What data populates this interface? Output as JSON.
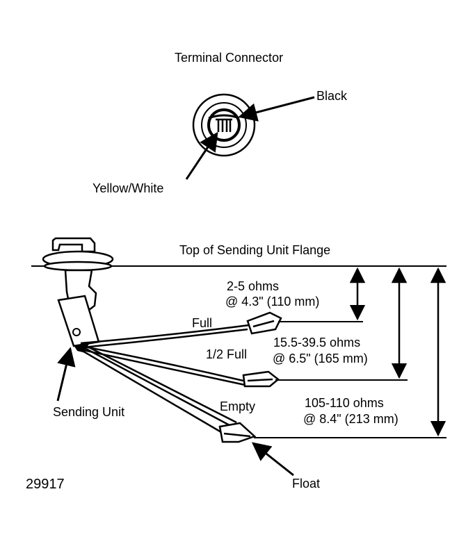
{
  "terminal": {
    "title": "Terminal Connector",
    "black_label": "Black",
    "yellow_label": "Yellow/White"
  },
  "flange_label": "Top of Sending Unit Flange",
  "positions": [
    {
      "name": "Full",
      "resistance": "2-5 ohms",
      "depth": "@ 4.3\" (110 mm)"
    },
    {
      "name": "1/2 Full",
      "resistance": "15.5-39.5 ohms",
      "depth": "@ 6.5\" (165 mm)"
    },
    {
      "name": "Empty",
      "resistance": "105-110 ohms",
      "depth": "@ 8.4\" (213 mm)"
    }
  ],
  "sending_unit_label": "Sending Unit",
  "float_label": "Float",
  "figure_number": "29917"
}
